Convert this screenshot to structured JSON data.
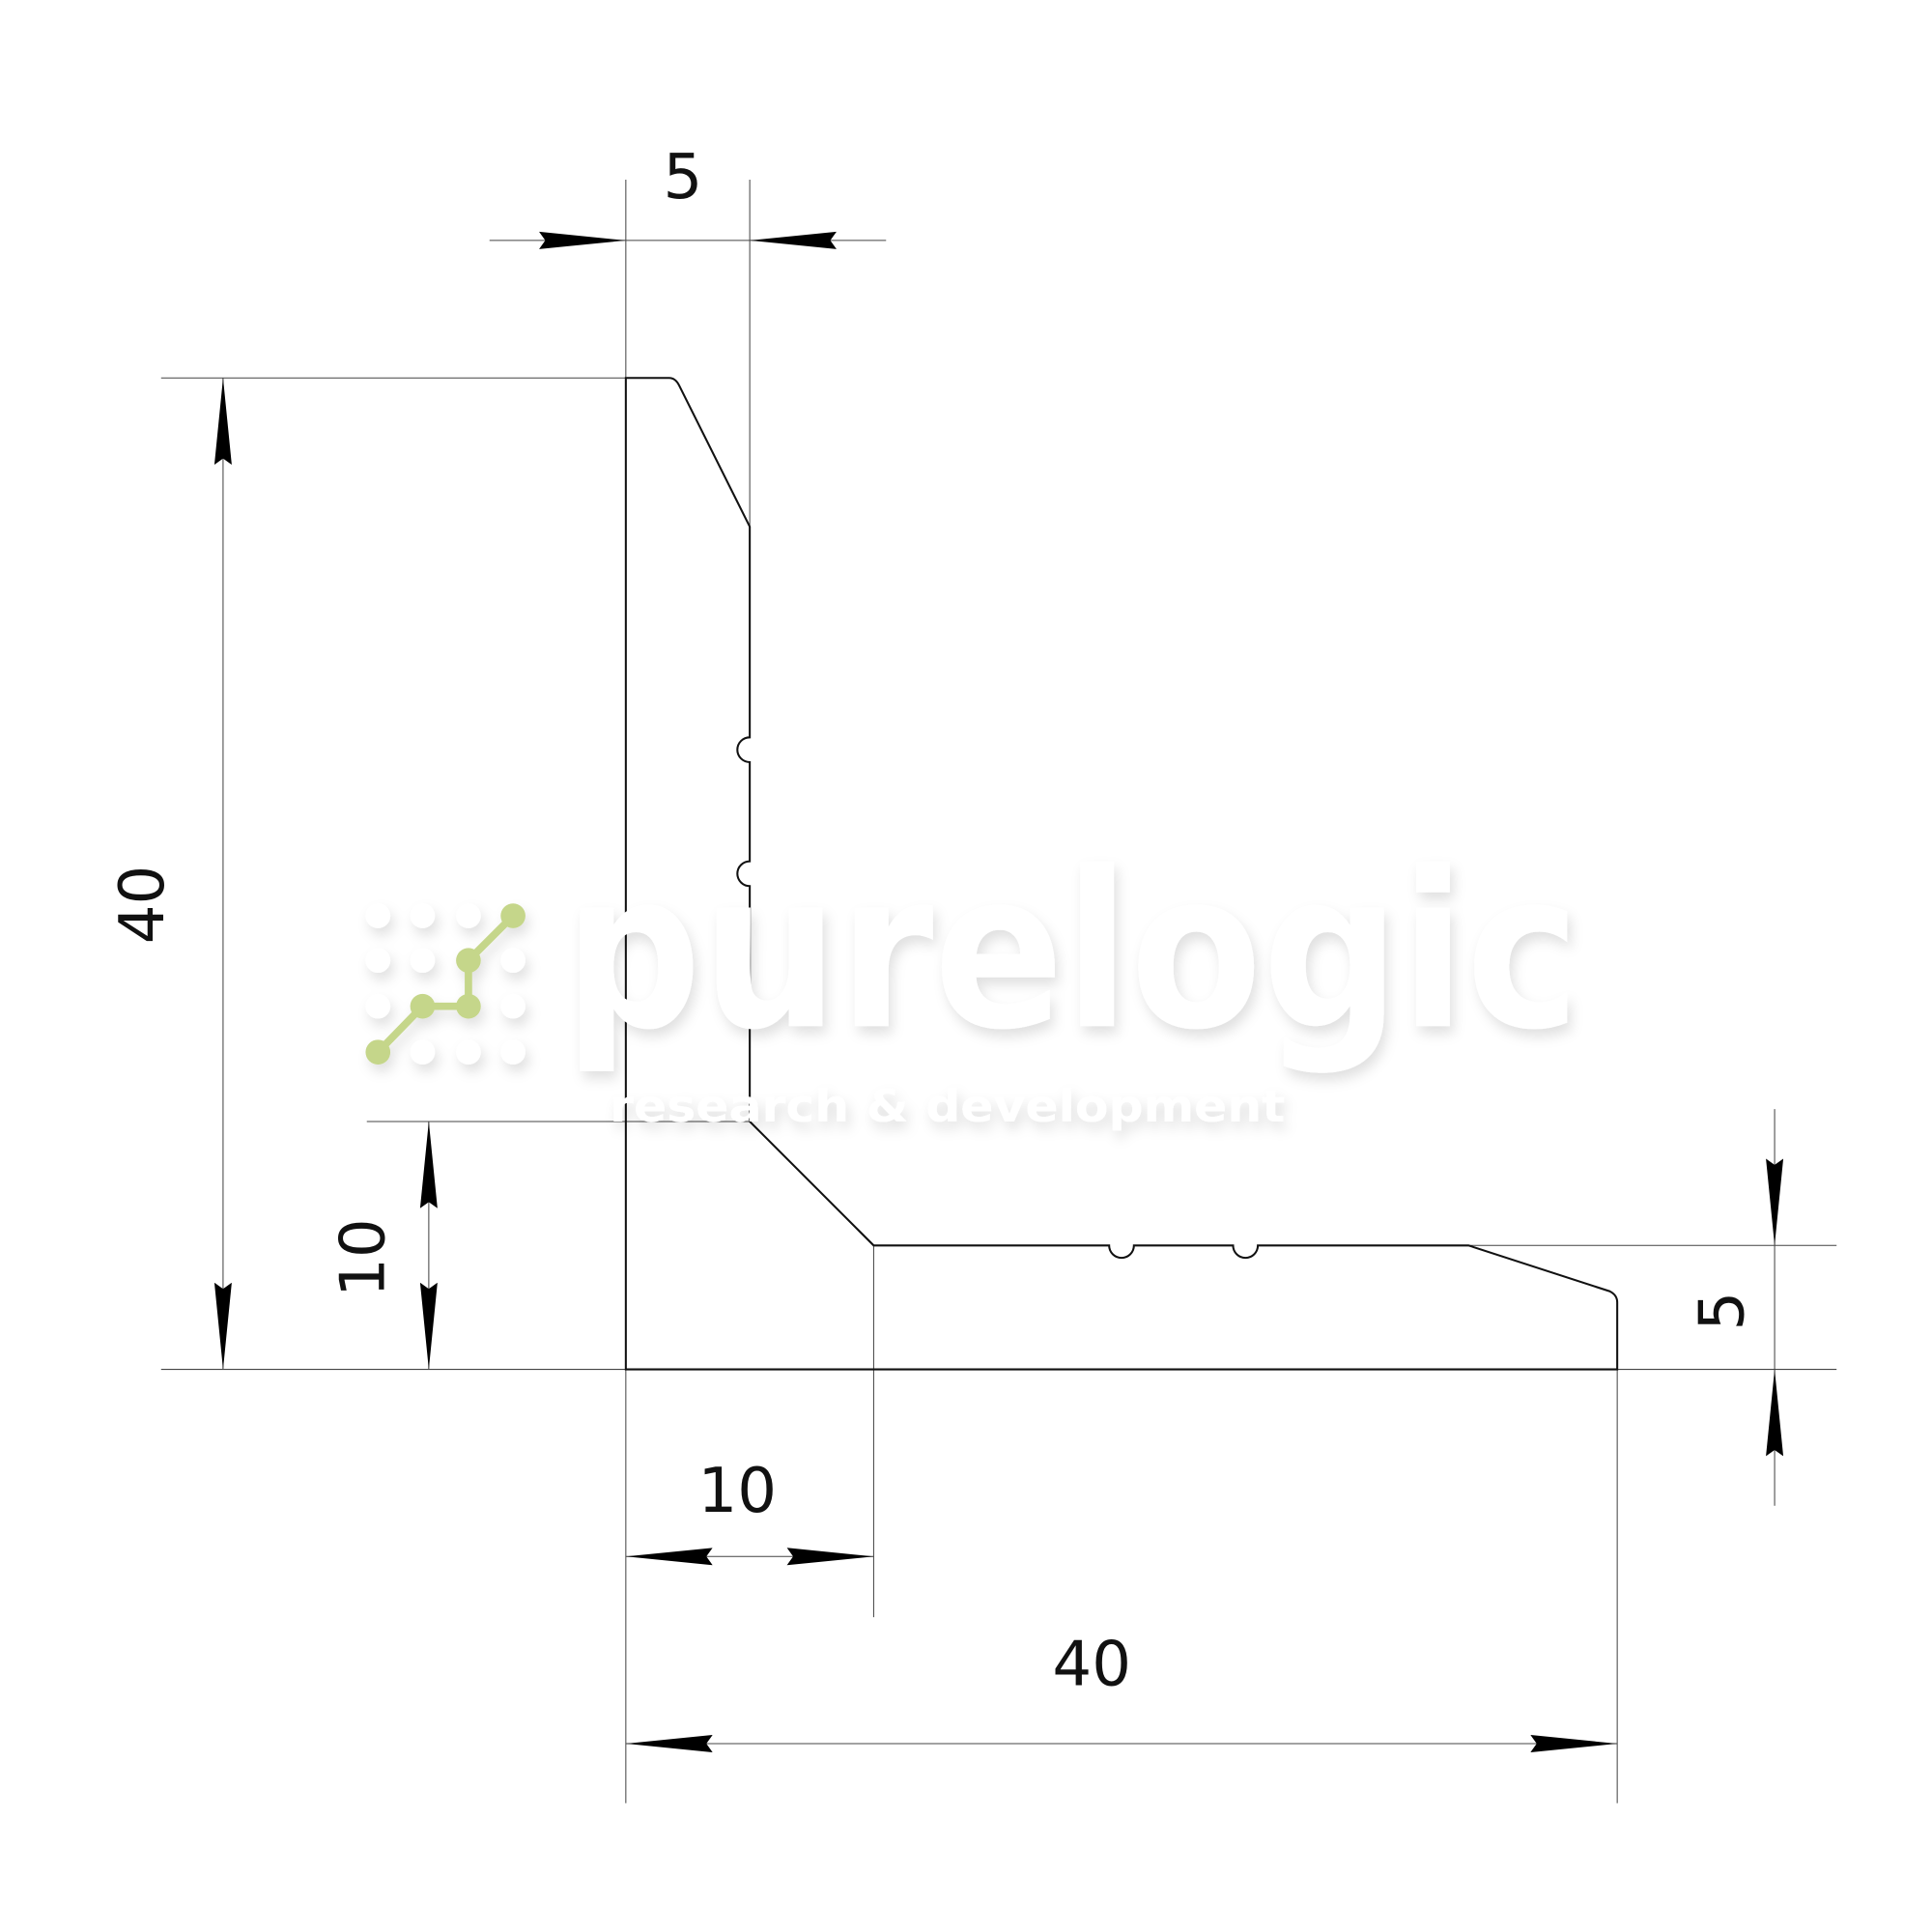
{
  "drawing": {
    "dimensions": {
      "web_thickness": "5",
      "height": "40",
      "inner_corner_vertical": "10",
      "inner_corner_horizontal": "10",
      "width": "40",
      "flange_thickness": "5"
    },
    "watermark": {
      "brand": "purelogic",
      "tagline": "research & development",
      "accent_color": "#c5d68a"
    },
    "line_color": "#111111"
  }
}
